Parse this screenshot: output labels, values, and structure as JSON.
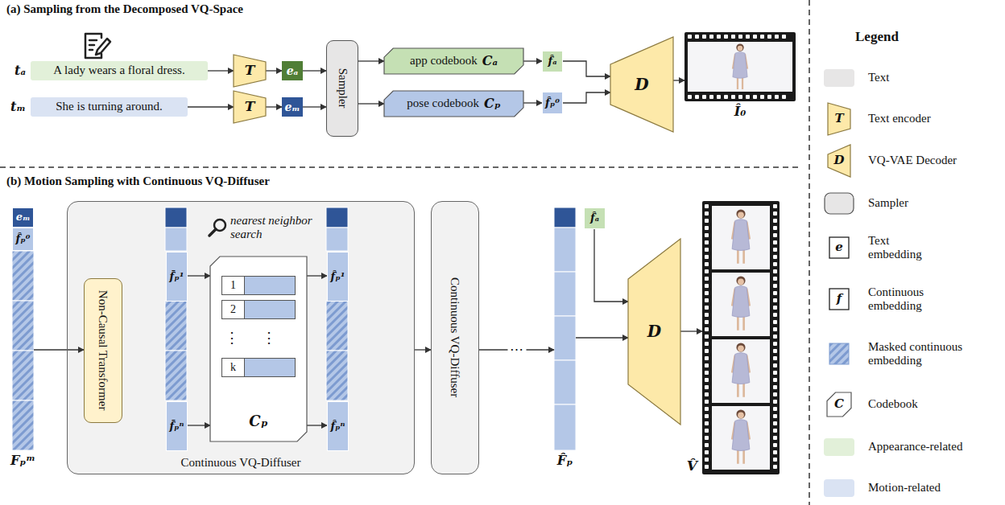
{
  "diagram": {
    "nodes": [
      {
        "text": [
          "tₐ",
          "A lady wears a floral dress."
        ]
      },
      {
        "text": [
          "tₘ",
          "She is turning around."
        ]
      },
      {
        "text": [
          "T"
        ]
      },
      {
        "text": [
          "T"
        ]
      },
      {
        "text": [
          "eₐ"
        ]
      },
      {
        "text": [
          "eₘ"
        ]
      },
      {
        "text": [
          "Sampler"
        ]
      },
      {
        "text": [
          "app codebook",
          "Cₐ"
        ]
      },
      {
        "text": [
          "pose codebook",
          "Cₚ"
        ]
      },
      {
        "text": [
          "f̂ₐ"
        ]
      },
      {
        "text": [
          "f̂ₚ⁰"
        ]
      },
      {
        "text": [
          "D"
        ]
      },
      {
        "text": [
          "Î₀"
        ]
      },
      {
        "text": [
          "Fₚᵐ"
        ]
      },
      {
        "text": [
          "eₘ"
        ],
        "in": 13
      },
      {
        "text": [
          "f̂ₚ⁰"
        ],
        "in": 13
      },
      {
        "text": [
          "Continuous VQ-Diffuser"
        ]
      },
      {
        "text": [
          "Non-Causal Transformer"
        ],
        "in": 16
      },
      {
        "text": [
          "f̄ₚ¹"
        ],
        "in": 16
      },
      {
        "text": [
          "f̄ₚⁿ"
        ],
        "in": 16
      },
      {
        "text": [
          "Cₚ"
        ],
        "in": 16
      },
      {
        "text": [
          "1"
        ],
        "in": 20
      },
      {
        "text": [
          "2"
        ],
        "in": 20
      },
      {
        "text": [
          "k"
        ],
        "in": 20
      },
      {
        "text": [
          "f̂ₚ¹"
        ],
        "in": 16
      },
      {
        "text": [
          "f̂ₚⁿ"
        ],
        "in": 16
      },
      {
        "text": [
          "Continuous VQ-Diffuser"
        ]
      },
      {
        "text": [
          "F̂ₚ"
        ]
      },
      {
        "text": [
          "f̂ₐ"
        ]
      },
      {
        "text": [
          "D"
        ]
      },
      {
        "text": [
          "V̂"
        ]
      }
    ],
    "edges": [
      {
        "from": 0,
        "to": 2,
        "arrow": "to"
      },
      {
        "from": 1,
        "to": 3,
        "arrow": "to"
      },
      {
        "from": 2,
        "to": 4,
        "arrow": "to"
      },
      {
        "from": 3,
        "to": 5,
        "arrow": "to"
      },
      {
        "from": 4,
        "to": 6,
        "arrow": "to"
      },
      {
        "from": 5,
        "to": 6,
        "arrow": "to"
      },
      {
        "from": 6,
        "to": 7,
        "arrow": "to"
      },
      {
        "from": 6,
        "to": 8,
        "arrow": "to"
      },
      {
        "from": 7,
        "to": 9,
        "arrow": "to"
      },
      {
        "from": 8,
        "to": 10,
        "arrow": "to"
      },
      {
        "from": 9,
        "to": 11,
        "arrow": "to"
      },
      {
        "from": 10,
        "to": 11,
        "arrow": "to"
      },
      {
        "from": 11,
        "to": 12,
        "arrow": "to"
      },
      {
        "from": 13,
        "to": 17,
        "arrow": "to"
      },
      {
        "from": 18,
        "to": 20,
        "arrow": "to"
      },
      {
        "from": 19,
        "to": 20,
        "arrow": "to"
      },
      {
        "from": 20,
        "to": 24,
        "arrow": "to"
      },
      {
        "from": 20,
        "to": 25,
        "arrow": "to"
      },
      {
        "from": 16,
        "to": 26,
        "arrow": "to"
      },
      {
        "from": 26,
        "to": 27,
        "label": "⋯",
        "arrow": "to"
      },
      {
        "from": 27,
        "to": 29,
        "arrow": "to"
      },
      {
        "from": 28,
        "to": 29,
        "arrow": "to"
      },
      {
        "from": 29,
        "to": 30,
        "arrow": "to"
      }
    ],
    "labels": [
      "(a) Sampling from the Decomposed VQ-Space",
      "(b) Motion Sampling with Continuous VQ-Diffuser",
      "nearest neighbor search",
      "⋮",
      "⋮",
      "Legend",
      "T",
      "D",
      "e",
      "f",
      "C"
    ],
    "legend": [
      {
        "text": "Text",
        "color": "#e7e6e6"
      },
      {
        "text": "Text encoder"
      },
      {
        "text": "VQ-VAE Decoder"
      },
      {
        "text": "Sampler"
      },
      {
        "text": "Text embedding"
      },
      {
        "text": "Continuous embedding"
      },
      {
        "text": "Masked continuous embedding"
      },
      {
        "text": "Codebook"
      },
      {
        "text": "Appearance-related",
        "color": "#e2f0d9"
      },
      {
        "text": "Motion-related",
        "color": "#dae3f3"
      }
    ]
  }
}
